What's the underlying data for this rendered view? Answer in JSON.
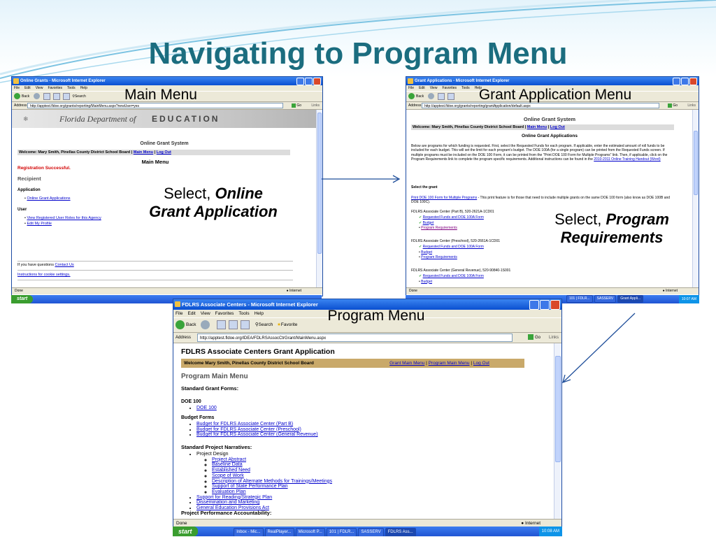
{
  "slide": {
    "title": "Navigating to Program Menu"
  },
  "overlays": {
    "main_menu": "Main Menu",
    "grant_app_menu": "Grant Application Menu",
    "program_menu": "Program Menu",
    "select_prefix": "Select,",
    "callout1_bold_1": "Online",
    "callout1_bold_2": "Grant Application",
    "callout2_bold_1": "Program",
    "callout2_bold_2": "Requirements"
  },
  "win1": {
    "title": "Online Grants - Microsoft Internet Explorer",
    "menu": [
      "File",
      "Edit",
      "View",
      "Favorites",
      "Tools",
      "Help"
    ],
    "back": "Back",
    "search": "Search",
    "address_label": "Address",
    "address": "http://apptest.fldoe.org/grants/reporting/MainMenu.aspx?newUser=yes",
    "go": "Go",
    "links": "Links",
    "banner_script": "Florida Department of",
    "banner_edu": "EDUCATION",
    "system_title": "Online Grant System",
    "welcome": "Welcome: Mary Smith, Pinellas County  District School Board",
    "sep1": " | ",
    "main_menu_link": "Main Menu",
    "sep2": " | ",
    "logout": "Log Out",
    "heading": "Main Menu",
    "success": "Registration Successful.",
    "recipient": "Recipient",
    "application": "Application",
    "app_link": "Online Grant Applications",
    "user": "User",
    "user_link1": "View Registered User Roles for this Agency",
    "user_link2": "Edit My Profile",
    "questions": "If you have questions",
    "contact": "Contact Us",
    "cookie": "Instructions for cookie settings.",
    "status": "Done",
    "zone": "Internet",
    "start": "start"
  },
  "win2": {
    "title": "Grant Applications - Microsoft Internet Explorer",
    "menu": [
      "File",
      "Edit",
      "View",
      "Favorites",
      "Tools",
      "Help"
    ],
    "back": "Back",
    "address_label": "Address",
    "address": "http://apptest.fldoe.org/grants/reporting/grantApplication/default.aspx",
    "go": "Go",
    "links": "Links",
    "system_title": "Online Grant System",
    "welcome": "Welcome: Mary Smith, Pinellas County  District School Board",
    "sep1": " | ",
    "main_menu_link": "Main Menu",
    "sep2": " | ",
    "logout": "Log Out",
    "heading": "Online Grant Applications",
    "intro": "Below are programs for which funding is requested. First, select the Requested Funds for each program. If applicable, enter the estimated amount of roll funds to be included for each budget. This will set the limit for each program's budget. The DOE 100A (for a single program) can be printed from the Requested Funds screen. If multiple programs must be included on the DOE 100 Form, it can be printed from the \"Print DOE 100 Form for Multiple Programs\" link. Then, if applicable, click on the Program Requirements link to complete the program specific requirements. Additional instructions can be found in the",
    "handout": "2010-2011 Online Training Handout (Word)",
    "select_grant": "Select the grant",
    "print_link": "Print DOE 100 Form for Multiple Programs",
    "print_text": " - This print feature is for those that need to include multiple grants on the same DOE 100 form (also know as DOE 100B and DOE 100C).",
    "centers": [
      {
        "name": "FDLRS Associate Center (Part B), 520-2621A-1CD01",
        "links": [
          "Requested Funds and DOE 100A Form",
          "Budget",
          "Program Requirements"
        ]
      },
      {
        "name": "FDLRS Associate Center (Preschool), 520-2661A-1CD01",
        "links": [
          "Requested Funds and DOE 100A Form",
          "Budget",
          "Program Requirements"
        ]
      },
      {
        "name": "FDLRS Associate Center (General Revenue), 520-90840-1S001",
        "links": [
          "Requested Funds and DOE 100A Form",
          "Budget"
        ]
      }
    ],
    "status": "Done",
    "zone": "Internet",
    "tasks": [
      "101 | FDLR...",
      "SASSERV",
      "Grant Appli..."
    ],
    "clock": "10:07 AM"
  },
  "win3": {
    "title": "FDLRS Associate Centers - Microsoft Internet Explorer",
    "menu": [
      "File",
      "Edit",
      "View",
      "Favorites",
      "Tools",
      "Help"
    ],
    "back": "Back",
    "search": "Search",
    "favorites": "Favorite",
    "address_label": "Address",
    "address": "http://apptest.fldoe.org/IDEA/FDLRSAssocCtrGrant/MainMenu.aspx",
    "go": "Go",
    "links": "Links",
    "page_title": "FDLRS Associate Centers Grant Application",
    "welcome": "Welcome Mary Smith, Pinellas County  District School Board",
    "nav_grant_main": "Grant Main Menu",
    "nav_sep1": " | ",
    "nav_program_main": "Program Main Menu",
    "nav_sep2": " | ",
    "nav_logout": "Log Out",
    "program_main_menu": "Program Main Menu",
    "standard_forms": "Standard Grant Forms:",
    "doe100_heading": "DOE 100",
    "doe100_link": "DOE 100",
    "budget_forms": "Budget Forms",
    "budget_links": [
      "Budget for FDLRS Associate Center (Part B)",
      "Budget for FDLRS Associate Center (Preschool)",
      "Budget for FDLRS Associate Center (General Revenue)"
    ],
    "narratives": "Standard Project Narratives:",
    "project_design": "Project Design",
    "design_links": [
      "Project Abstract",
      "Baseline Data",
      "Established Need",
      "Scope of Work",
      "Description of Alternate Methods for Trainings/Meetings",
      "Support of State Performance Plan",
      "Evaluation Plan"
    ],
    "other_links": [
      "Support for Reading/Strategic Plan",
      "Dissemination and Marketing",
      "General Education Provisions Act"
    ],
    "accountability": "Project Performance Accountability:",
    "status": "Done",
    "zone": "Internet",
    "start": "start",
    "tasks": [
      "Inbox - Mic...",
      "RealPlayer...",
      "Microsoft P...",
      "101 | FDLR...",
      "SASSERV",
      "FDLRS Ass..."
    ],
    "clock": "10:08 AM"
  }
}
